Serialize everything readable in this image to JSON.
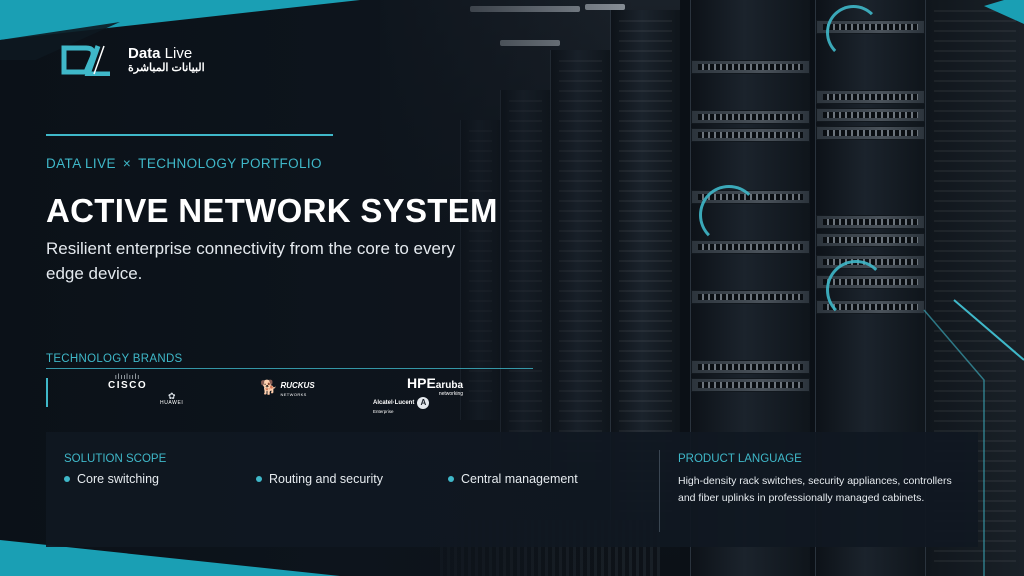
{
  "colors": {
    "accent": "#3fb8c9",
    "background": "#0b1016",
    "panel": "#101821"
  },
  "logo": {
    "mark": "DL-monogram-icon",
    "name_en_bold": "Data",
    "name_en_light": " Live",
    "name_ar": "البيانات المباشرة"
  },
  "header": {
    "eyebrow_left": "DATA LIVE",
    "eyebrow_separator": "×",
    "eyebrow_right": "TECHNOLOGY PORTFOLIO",
    "title": "ACTIVE NETWORK SYSTEM",
    "subtitle": "Resilient enterprise connectivity from the core to every edge device."
  },
  "brands": {
    "label": "TECHNOLOGY BRANDS",
    "cisco": {
      "bars": "ılıılıılı",
      "name": "CISCO"
    },
    "huawei": {
      "mark": "huawei-flower-icon",
      "name": "HUAWEI"
    },
    "ruckus": {
      "mark": "ruckus-dog-icon",
      "name": "RUCKUS",
      "sub": "NETWORKS"
    },
    "hpe": {
      "main": "HPE",
      "aruba": "aruba",
      "sub": "networking"
    },
    "alcatel": {
      "name": "Alcatel·Lucent",
      "sub": "Enterprise",
      "badge": "A"
    }
  },
  "solution": {
    "label": "SOLUTION SCOPE",
    "items": [
      "Core switching",
      "Routing and security",
      "Central management"
    ]
  },
  "product": {
    "label": "PRODUCT LANGUAGE",
    "text": "High-density rack switches, security appliances, controllers and fiber uplinks in professionally managed cabinets."
  }
}
